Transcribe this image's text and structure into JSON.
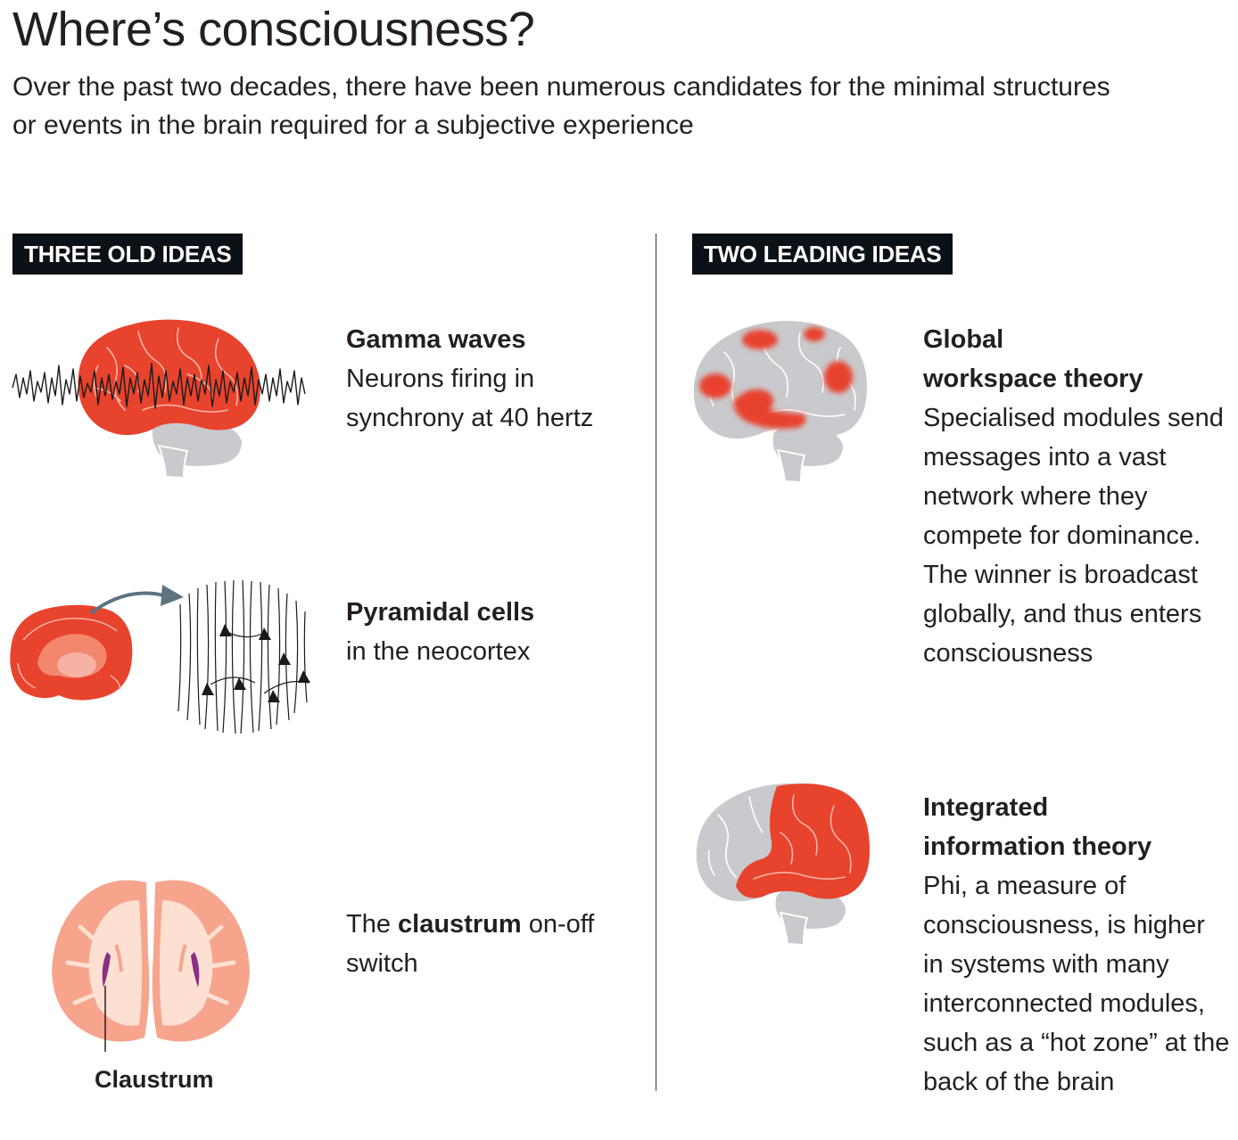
{
  "header": {
    "title": "Where’s consciousness?",
    "subtitle": "Over the past two decades, there have been numerous candidates for the minimal structures or events in the brain required for a subjective experience"
  },
  "sections": {
    "old": {
      "label": "THREE OLD IDEAS"
    },
    "leading": {
      "label": "TWO LEADING IDEAS"
    }
  },
  "ideas": {
    "gamma": {
      "heading": "Gamma waves",
      "body": "Neurons firing in synchrony at 40 hertz"
    },
    "pyramidal": {
      "heading": "Pyramidal cells",
      "body": "in the neocortex"
    },
    "claustrum": {
      "pre": "The ",
      "bold": "claustrum",
      "post": " on-off switch",
      "callout": "Claustrum"
    },
    "gwt": {
      "heading_line1": "Global",
      "heading_line2": "workspace theory",
      "body": "Specialised modules send messages into a vast network where they compete for dominance. The winner is broadcast globally, and thus enters consciousness"
    },
    "iit": {
      "heading_line1": "Integrated",
      "heading_line2": "information theory",
      "body": "Phi, a measure of consciousness, is higher in systems with many interconnected modules, such as a “hot zone” at the back of the brain"
    }
  },
  "colors": {
    "brain_red": "#e8432d",
    "brain_grey": "#c9cacd",
    "coronal_pink": "#f7a48c",
    "claustrum_purple": "#8a2f83",
    "arrow": "#5c7380",
    "tag_bg": "#0b1116"
  }
}
